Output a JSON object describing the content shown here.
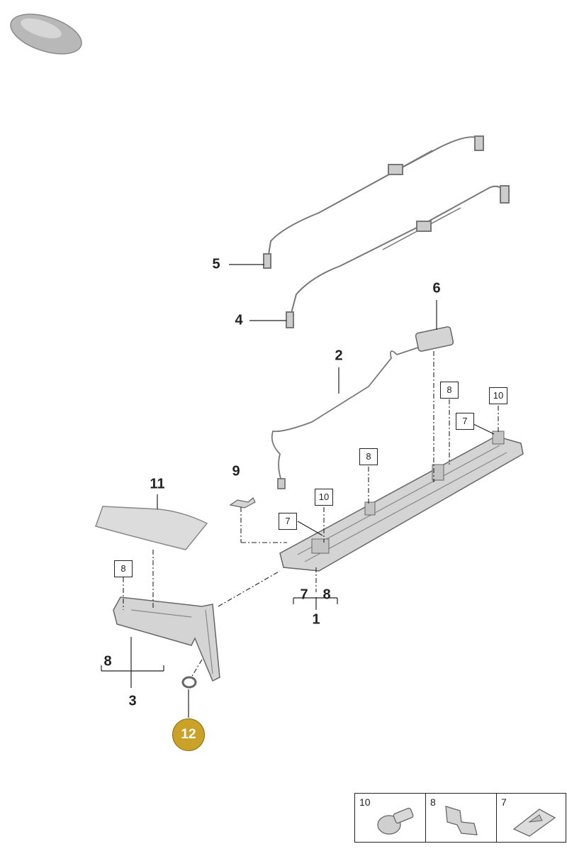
{
  "callouts": {
    "c1": "1",
    "c2": "2",
    "c3": "3",
    "c4": "4",
    "c5": "5",
    "c6": "6",
    "c7a": "7",
    "c8a": "8",
    "c8b": "8",
    "c9": "9",
    "c11": "11"
  },
  "boxed_refs": {
    "b8_top_right": "8",
    "b10_top_right": "10",
    "b7_top_right": "7",
    "b8_mid": "8",
    "b10_mid": "10",
    "b7_mid": "7",
    "b8_left": "8"
  },
  "highlighted_part": "12",
  "legend": [
    {
      "number": "10",
      "icon": "bolt-icon"
    },
    {
      "number": "8",
      "icon": "clip-icon"
    },
    {
      "number": "7",
      "icon": "speed-nut-icon"
    }
  ],
  "colors": {
    "highlight": "#c9a227",
    "part_fill": "#d4d4d4",
    "part_stroke": "#666666",
    "line": "#222222"
  }
}
